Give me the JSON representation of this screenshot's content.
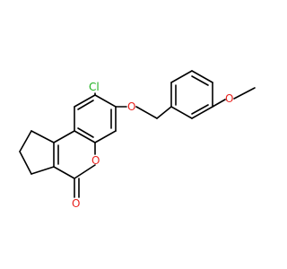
{
  "molecule": {
    "atoms": [
      {
        "id": "Cl",
        "label": "Cl",
        "color": "#1fb01f"
      },
      {
        "id": "O_ether",
        "label": "O",
        "color": "#e8211d"
      },
      {
        "id": "O_methoxy",
        "label": "O",
        "color": "#e8211d"
      },
      {
        "id": "O_ring",
        "label": "O",
        "color": "#e8211d"
      },
      {
        "id": "O_carbonyl",
        "label": "O",
        "color": "#e8211d"
      }
    ],
    "bond_color": "#000000",
    "background": "#ffffff"
  }
}
